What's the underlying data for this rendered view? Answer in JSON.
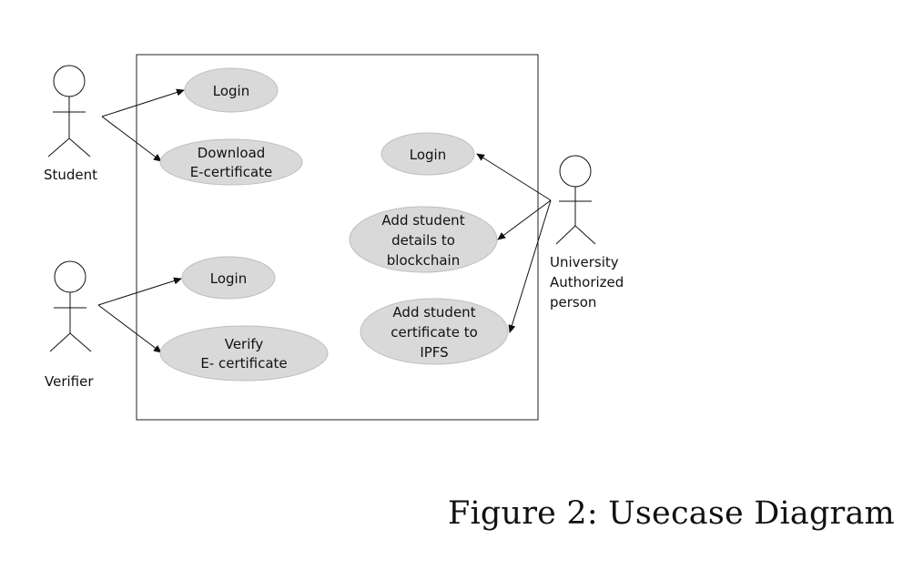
{
  "diagram": {
    "actors": {
      "student": {
        "name": "Student"
      },
      "verifier": {
        "name": "Verifier"
      },
      "university": {
        "name": [
          "University",
          "Authorized",
          "person"
        ]
      }
    },
    "use_cases": {
      "student_login": [
        "Login"
      ],
      "download_certificate": [
        "Download",
        "E-certificate"
      ],
      "verifier_login": [
        "Login"
      ],
      "verify_certificate": [
        "Verify",
        "E- certificate"
      ],
      "university_login": [
        "Login"
      ],
      "add_student_details": [
        "Add student",
        "details to",
        "blockchain"
      ],
      "add_certificate_ipfs": [
        "Add student",
        "certificate to",
        "IPFS"
      ]
    },
    "colors": {
      "use_case_fill": "#d9d9d9",
      "use_case_stroke": "#bfbfbf",
      "line": "#111111"
    }
  },
  "caption": "Figure 2: Usecase Diagram"
}
